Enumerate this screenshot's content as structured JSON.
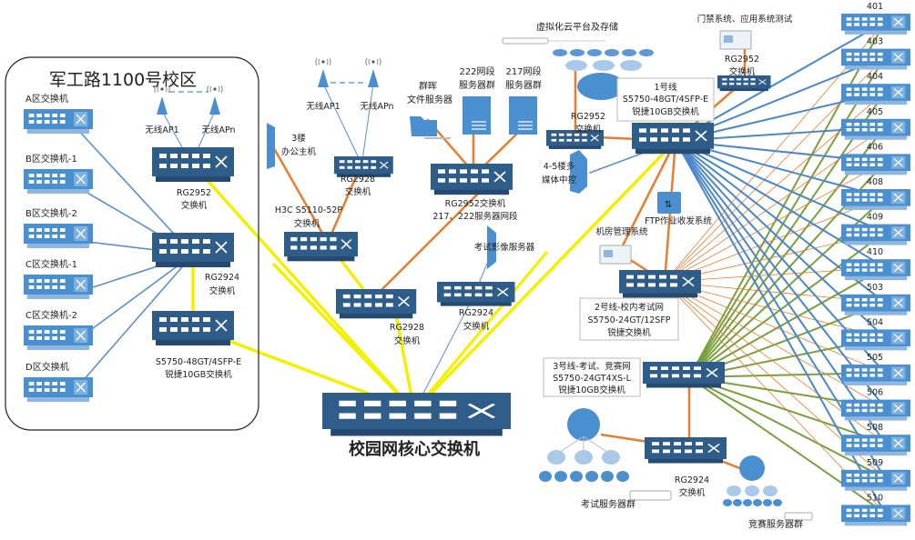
{
  "diagram": {
    "campus_box": {
      "title": "军工路1100号校区"
    },
    "core_switch": {
      "label": "校园网核心交换机"
    },
    "colors": {
      "switch_dark": "#2f5d8a",
      "switch_light": "#4a8fd0",
      "link_yellow": "#f5f000",
      "link_orange": "#e87d2e",
      "link_blue": "#4a86c8",
      "link_green": "#78a03c",
      "thin_blue": "#5b8fc9"
    },
    "campus_switches": [
      {
        "id": "a",
        "label": "A区交换机"
      },
      {
        "id": "b1",
        "label": "B区交换机-1"
      },
      {
        "id": "b2",
        "label": "B区交换机-2"
      },
      {
        "id": "c1",
        "label": "C区交换机-1"
      },
      {
        "id": "c2",
        "label": "C区交换机-2"
      },
      {
        "id": "d",
        "label": "D区交换机"
      }
    ],
    "campus_aps": [
      {
        "label": "无线AP1"
      },
      {
        "label": "无线APn"
      }
    ],
    "campus_rg2952": {
      "line1": "RG2952",
      "line2": "交换机"
    },
    "campus_rg2924": {
      "line1": "RG2924",
      "line2": "交换机"
    },
    "campus_s5750": {
      "line1": "S5750-48GT/4SFP-E",
      "line2": "锐捷10GB交换机"
    },
    "mid_aps": [
      {
        "label": "无线AP1"
      },
      {
        "label": "无线APn"
      }
    ],
    "office_host": {
      "line1": "3楼",
      "line2": "办公主机"
    },
    "mid_rg2928_top": {
      "line1": "RG2928",
      "line2": "交换机"
    },
    "h3c": {
      "line1": "H3C S5110-52P",
      "line2": "交换机"
    },
    "mid_rg2928": {
      "line1": "RG2928",
      "line2": "交换机"
    },
    "file_server": {
      "line1": "群晖",
      "line2": "文件服务器"
    },
    "srv222": {
      "line1": "222网段",
      "line2": "服务器群"
    },
    "srv217": {
      "line1": "217网段",
      "line2": "服务器群"
    },
    "rg2952_servers": {
      "line1": "RG2952交换机",
      "line2": "217、222服务器网段"
    },
    "exam_video": {
      "label": "考试影像服务器"
    },
    "rg2924_mid": {
      "line1": "RG2924",
      "line2": "交换机"
    },
    "cloud": {
      "label": "虚拟化云平台及存储"
    },
    "rg2952_cloud": {
      "line1": "RG2952",
      "line2": "交换机"
    },
    "media_ctrl": {
      "line1": "4-5楼多",
      "line2": "媒体中控"
    },
    "line1_switch": {
      "line1": "1号线",
      "line2": "S5750-48GT/4SFP-E",
      "line3": "锐捷10GB交换机"
    },
    "access_sys": {
      "label": "门禁系统、应用系统测试"
    },
    "rg2952_access": {
      "line1": "RG2952",
      "line2": "交换机"
    },
    "ftp": {
      "label": "FTP作业收发系统"
    },
    "room_mgmt": {
      "label": "机房管理系统"
    },
    "line2_switch": {
      "line1": "2号线-校内考试网",
      "line2": "S5750-24GT/12SFP",
      "line3": "锐捷交换机"
    },
    "line3_switch": {
      "line1": "3号线-考试、竞赛网",
      "line2": "S5750-24GT4XS-L",
      "line3": "锐捷10GB交换机"
    },
    "rg2924_bottom": {
      "line1": "RG2924",
      "line2": "交换机"
    },
    "exam_servers": {
      "label": "考试服务器群"
    },
    "contest_servers": {
      "label": "竞赛服务器群"
    },
    "room_switches": [
      {
        "label": "401"
      },
      {
        "label": "403"
      },
      {
        "label": "404"
      },
      {
        "label": "405"
      },
      {
        "label": "406"
      },
      {
        "label": "408"
      },
      {
        "label": "409"
      },
      {
        "label": "410"
      },
      {
        "label": "503"
      },
      {
        "label": "504"
      },
      {
        "label": "505"
      },
      {
        "label": "506"
      },
      {
        "label": "508"
      },
      {
        "label": "509"
      },
      {
        "label": "510"
      }
    ]
  }
}
